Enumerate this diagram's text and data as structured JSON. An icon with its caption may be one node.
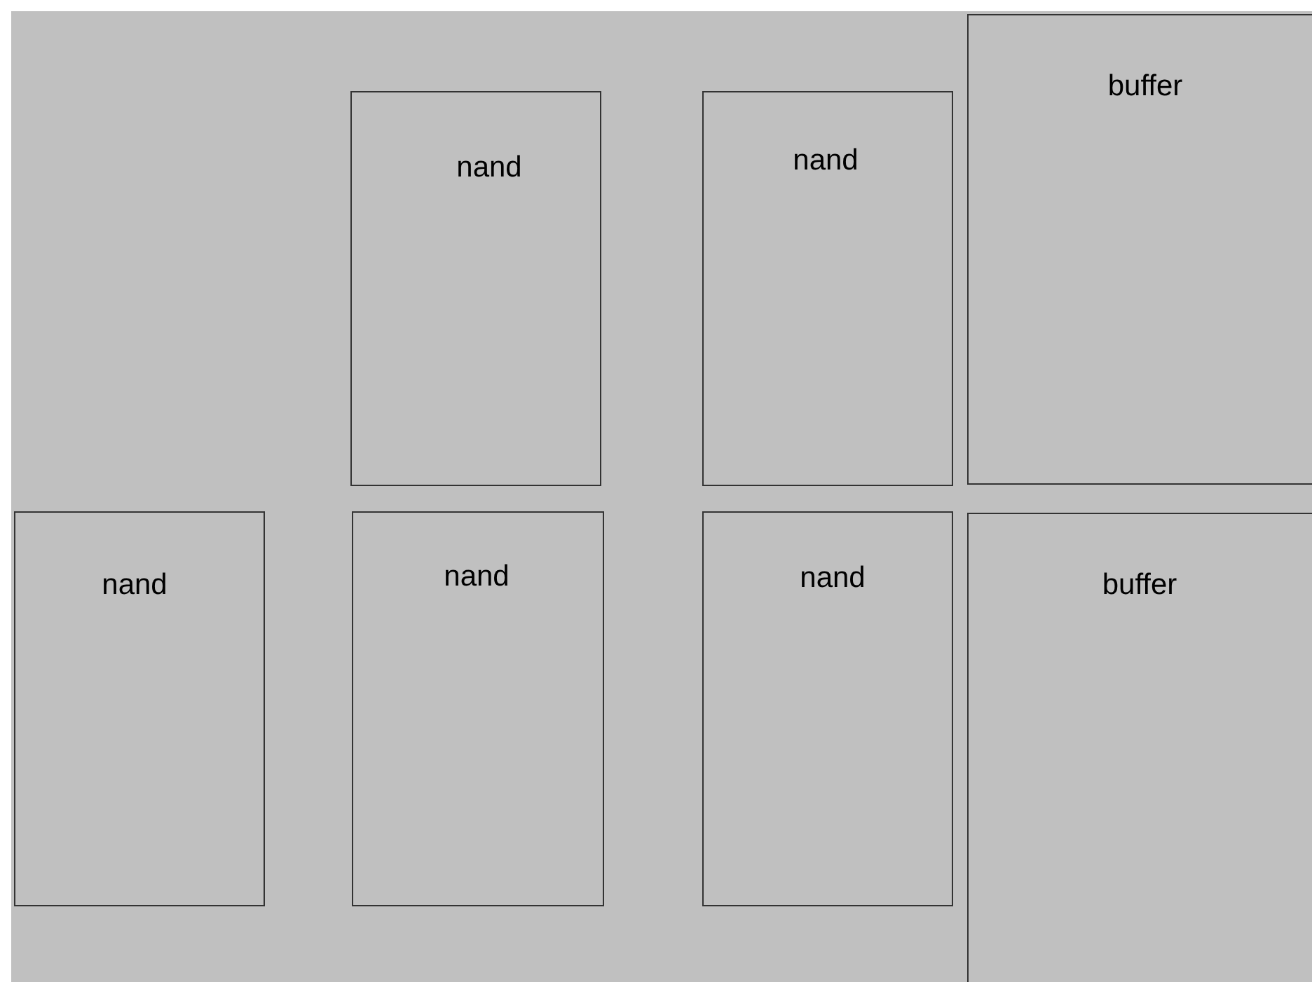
{
  "diagram": {
    "nodes": [
      {
        "text": [
          "nand"
        ]
      },
      {
        "text": [
          "nand"
        ]
      },
      {
        "text": [
          "buffer"
        ]
      },
      {
        "text": [
          "nand"
        ]
      },
      {
        "text": [
          "nand"
        ]
      },
      {
        "text": [
          "nand"
        ]
      },
      {
        "text": [
          "buffer"
        ]
      }
    ]
  }
}
